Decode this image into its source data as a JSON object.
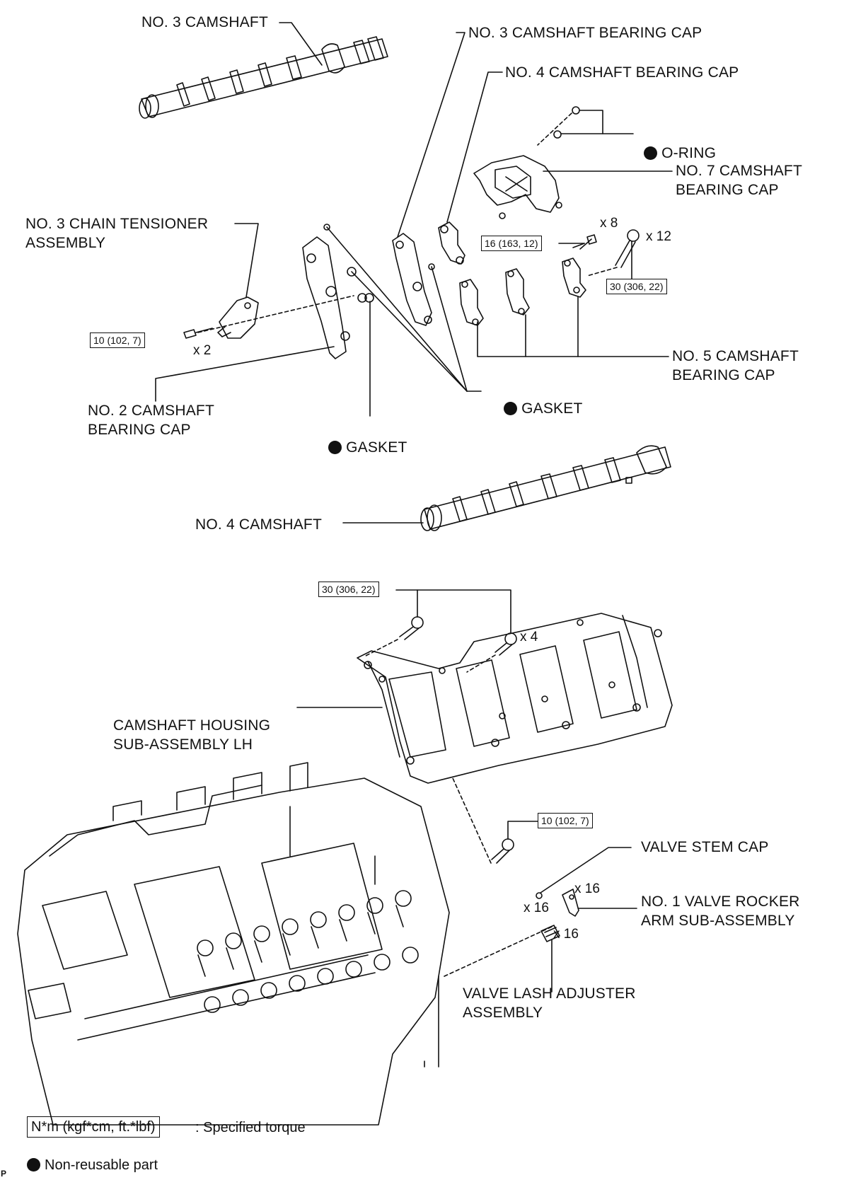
{
  "labels": {
    "no3_camshaft": "NO. 3 CAMSHAFT",
    "no3_bearing_cap": "NO. 3 CAMSHAFT BEARING CAP",
    "no4_bearing_cap": "NO. 4 CAMSHAFT BEARING CAP",
    "o_ring": "O-RING",
    "no7_bearing_cap": "NO. 7 CAMSHAFT\nBEARING CAP",
    "no3_chain_tensioner": "NO. 3 CHAIN TENSIONER\nASSEMBLY",
    "no5_bearing_cap": "NO. 5 CAMSHAFT\nBEARING CAP",
    "gasket_right": "GASKET",
    "no2_bearing_cap": "NO. 2 CAMSHAFT\nBEARING CAP",
    "gasket_left": "GASKET",
    "no4_camshaft": "NO. 4 CAMSHAFT",
    "camshaft_housing": "CAMSHAFT HOUSING\nSUB-ASSEMBLY LH",
    "valve_stem_cap": "VALVE STEM CAP",
    "no1_rocker_arm": "NO. 1 VALVE ROCKER\nARM SUB-ASSEMBLY",
    "valve_lash_adjuster": "VALVE LASH ADJUSTER\nASSEMBLY"
  },
  "torques": {
    "cap16": "16 (163, 12)",
    "cap30": "30 (306, 22)",
    "tensioner10": "10 (102, 7)",
    "housing30": "30 (306, 22)",
    "housing10": "10 (102, 7)"
  },
  "quantities": {
    "x8": "x 8",
    "x12": "x 12",
    "x2": "x 2",
    "x4": "x 4",
    "x16_top": "x 16",
    "x16_left": "x 16",
    "x16_bottom": "x 16"
  },
  "legend": {
    "torque_box": "N*m (kgf*cm, ft.*lbf)",
    "torque_text": ": Specified torque",
    "nonreusable_text": "Non-reusable part"
  },
  "corner_mark": "P"
}
